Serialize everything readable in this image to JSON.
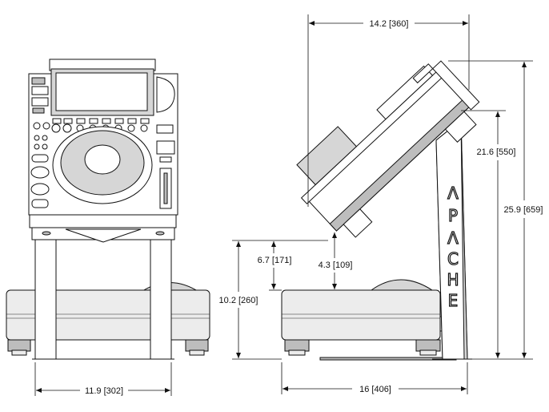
{
  "brand": "APACHE",
  "dimensions": {
    "front_width": "11.9 [302]",
    "side_width": "16 [406]",
    "top_depth": "14.2 [360]",
    "total_height": "25.9 [659]",
    "stand_height": "21.6 [550]",
    "base_height": "10.2 [260]",
    "lift_height": "6.7 [171]",
    "gap_height": "4.3 [109]"
  }
}
